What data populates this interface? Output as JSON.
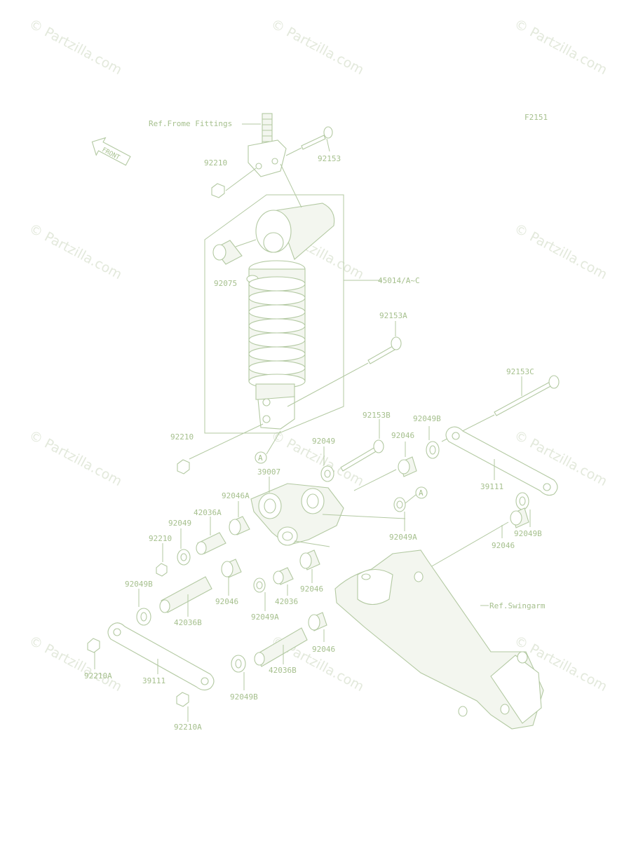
{
  "watermark": "© Partzilla.com",
  "figure_code": "F2151",
  "front_arrow_label": "FRONT",
  "ref_frame": "Ref.Frome Fittings",
  "ref_swingarm": "Ref.Swingarm",
  "callout_marker": "A",
  "parts": {
    "p92153_top": "92153",
    "p92210_top": "92210",
    "p92075": "92075",
    "p45014": "45014/A~C",
    "p92153A": "92153A",
    "p92153C": "92153C",
    "p92210_mid": "92210",
    "p92153B": "92153B",
    "p92049B_r1": "92049B",
    "p92046_r1": "92046",
    "p92049_c": "92049",
    "p39007": "39007",
    "p39111_r": "39111",
    "p92049A_c": "92049A",
    "p92046A": "92046A",
    "p42036A": "42036A",
    "p92049_l": "92049",
    "p92210_l": "92210",
    "p92049B_r2": "92049B",
    "p92046_r2": "92046",
    "p92046_c1": "92046",
    "p92049B_l": "92049B",
    "p42036B_l": "42036B",
    "p92046_c2": "92046",
    "p92049A_l": "92049A",
    "p42036": "42036",
    "p92046_c3": "92046",
    "p92210A_l": "92210A",
    "p39111_l": "39111",
    "p42036B_b": "42036B",
    "p92049B_b": "92049B",
    "p92210A_b": "92210A"
  }
}
